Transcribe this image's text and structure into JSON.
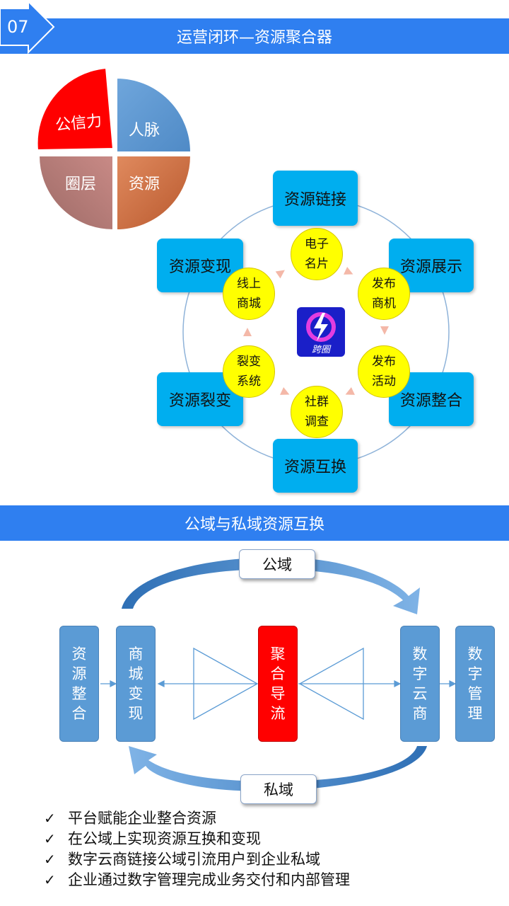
{
  "header": {
    "number": "07",
    "title": "运营闭环—资源聚合器"
  },
  "pie": {
    "slices": [
      {
        "label": "公信力",
        "color": "#ff0000"
      },
      {
        "label": "人脉",
        "color": "#5b9bd5"
      },
      {
        "label": "资源",
        "color": "#c55a2b"
      },
      {
        "label": "圈层",
        "color": "#a45a5a"
      }
    ]
  },
  "cycle": {
    "resources": [
      "资源链接",
      "资源展示",
      "资源整合",
      "资源互换",
      "资源裂变",
      "资源变现"
    ],
    "steps": [
      [
        "电子",
        "名片"
      ],
      [
        "发布",
        "商机"
      ],
      [
        "发布",
        "活动"
      ],
      [
        "社群",
        "调查"
      ],
      [
        "裂变",
        "系统"
      ],
      [
        "线上",
        "商城"
      ]
    ],
    "logo_text": "跨圈"
  },
  "section2": {
    "title": "公域与私域资源互换"
  },
  "exchange": {
    "public_label": "公域",
    "private_label": "私域",
    "left_boxes": [
      "资源整合",
      "商城变现"
    ],
    "center_box": "聚合导流",
    "right_boxes": [
      "数字云商",
      "数字管理"
    ]
  },
  "bullets": [
    "平台赋能企业整合资源",
    "在公域上实现资源互换和变现",
    "数字云商链接公域引流用户到企业私域",
    "企业通过数字管理完成业务交付和内部管理"
  ],
  "colors": {
    "banner": "#2f7ff0",
    "resource_box": "#00aeef",
    "step_circle": "#ffff00",
    "flow_box": "#5b9bd5",
    "center_box": "#ff0000"
  }
}
